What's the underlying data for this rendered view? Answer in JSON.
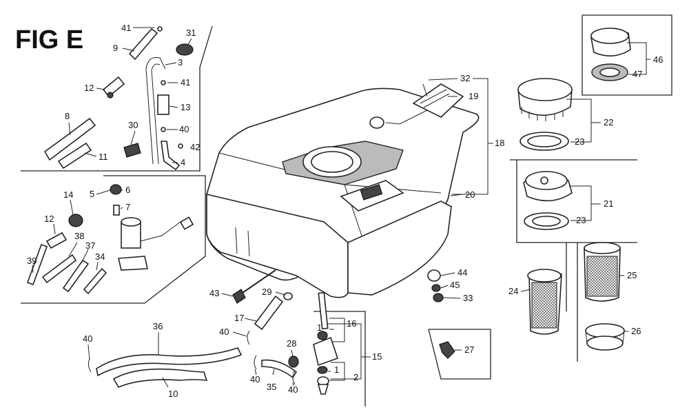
{
  "title": "FIG E",
  "callouts": [
    "1",
    "2",
    "3",
    "4",
    "5",
    "6",
    "7",
    "8",
    "9",
    "10",
    "11",
    "12",
    "13",
    "14",
    "15",
    "16",
    "17",
    "18",
    "19",
    "20",
    "21",
    "22",
    "23",
    "24",
    "25",
    "26",
    "27",
    "28",
    "29",
    "30",
    "31",
    "32",
    "33",
    "34",
    "35",
    "36",
    "37",
    "38",
    "39",
    "40",
    "41",
    "42",
    "43",
    "44",
    "45",
    "46",
    "47"
  ]
}
